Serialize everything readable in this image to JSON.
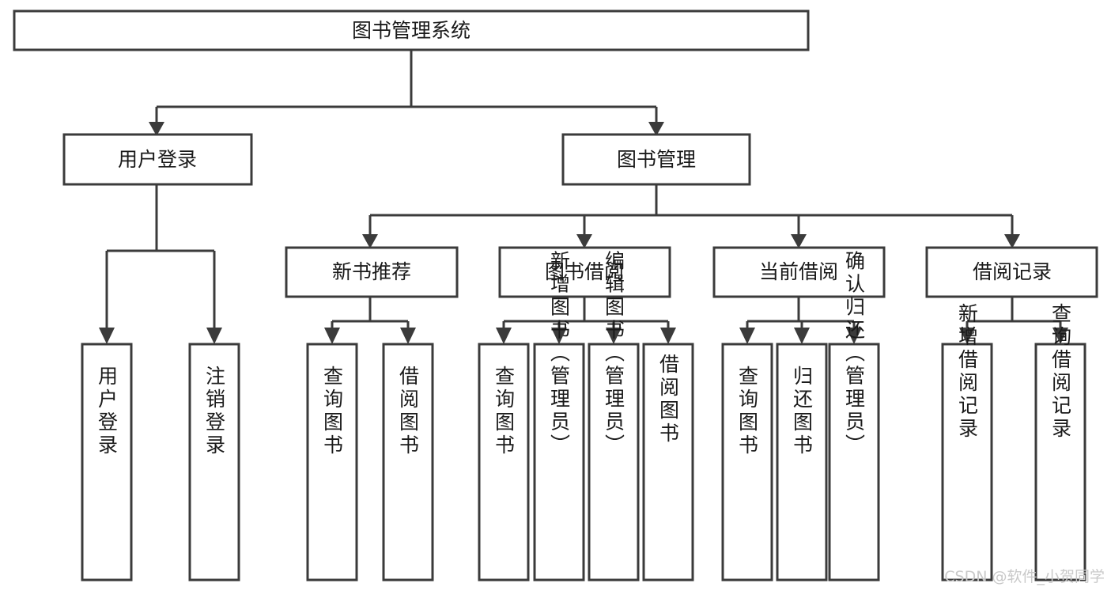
{
  "diagram": {
    "title": "图书管理系统",
    "type": "tree-hierarchy",
    "root": {
      "id": "root",
      "label": "图书管理系统",
      "orientation": "horizontal"
    },
    "level2": [
      {
        "id": "user-login",
        "label": "用户登录",
        "orientation": "horizontal"
      },
      {
        "id": "book-management",
        "label": "图书管理",
        "orientation": "horizontal"
      }
    ],
    "level3": [
      {
        "id": "new-book-recommend",
        "label": "新书推荐",
        "orientation": "horizontal",
        "parent": "book-management"
      },
      {
        "id": "book-borrow",
        "label": "图书借阅",
        "orientation": "horizontal",
        "parent": "book-management"
      },
      {
        "id": "current-borrow",
        "label": "当前借阅",
        "orientation": "horizontal",
        "parent": "book-management"
      },
      {
        "id": "borrow-record",
        "label": "借阅记录",
        "orientation": "horizontal",
        "parent": "book-management"
      }
    ],
    "leaves": [
      {
        "id": "leaf-user-login",
        "label": "用户登录",
        "orientation": "vertical",
        "parent": "user-login"
      },
      {
        "id": "leaf-logout-login",
        "label": "注销登录",
        "orientation": "vertical",
        "parent": "user-login"
      },
      {
        "id": "leaf-query-book-1",
        "label": "查询图书",
        "orientation": "vertical",
        "parent": "new-book-recommend"
      },
      {
        "id": "leaf-borrow-book-1",
        "label": "借阅图书",
        "orientation": "vertical",
        "parent": "new-book-recommend"
      },
      {
        "id": "leaf-query-book-2",
        "label": "查询图书",
        "orientation": "vertical",
        "parent": "book-borrow"
      },
      {
        "id": "leaf-add-book-admin",
        "label": "新增图书（管理员）",
        "orientation": "vertical",
        "parent": "book-borrow"
      },
      {
        "id": "leaf-edit-book-admin",
        "label": "编辑图书（管理员）",
        "orientation": "vertical",
        "parent": "book-borrow"
      },
      {
        "id": "leaf-borrow-book-2",
        "label": "借阅图书",
        "orientation": "vertical",
        "parent": "book-borrow"
      },
      {
        "id": "leaf-query-book-3",
        "label": "查询图书",
        "orientation": "vertical",
        "parent": "current-borrow"
      },
      {
        "id": "leaf-return-book",
        "label": "归还图书",
        "orientation": "vertical",
        "parent": "current-borrow"
      },
      {
        "id": "leaf-confirm-return-admin",
        "label": "确认归还（管理员）",
        "orientation": "vertical",
        "parent": "current-borrow"
      },
      {
        "id": "leaf-add-borrow-record",
        "label": "新增借阅记录",
        "orientation": "vertical",
        "parent": "borrow-record"
      },
      {
        "id": "leaf-query-borrow-record",
        "label": "查询借阅记录",
        "orientation": "vertical",
        "parent": "borrow-record"
      }
    ],
    "watermark": "CSDN @软件_小贺同学",
    "colors": {
      "box_stroke": "#3b3b3b",
      "box_fill": "#ffffff",
      "text": "#1a1a1a",
      "connector": "#3b3b3b",
      "watermark": "#c9c9c9",
      "background": "#ffffff"
    }
  }
}
